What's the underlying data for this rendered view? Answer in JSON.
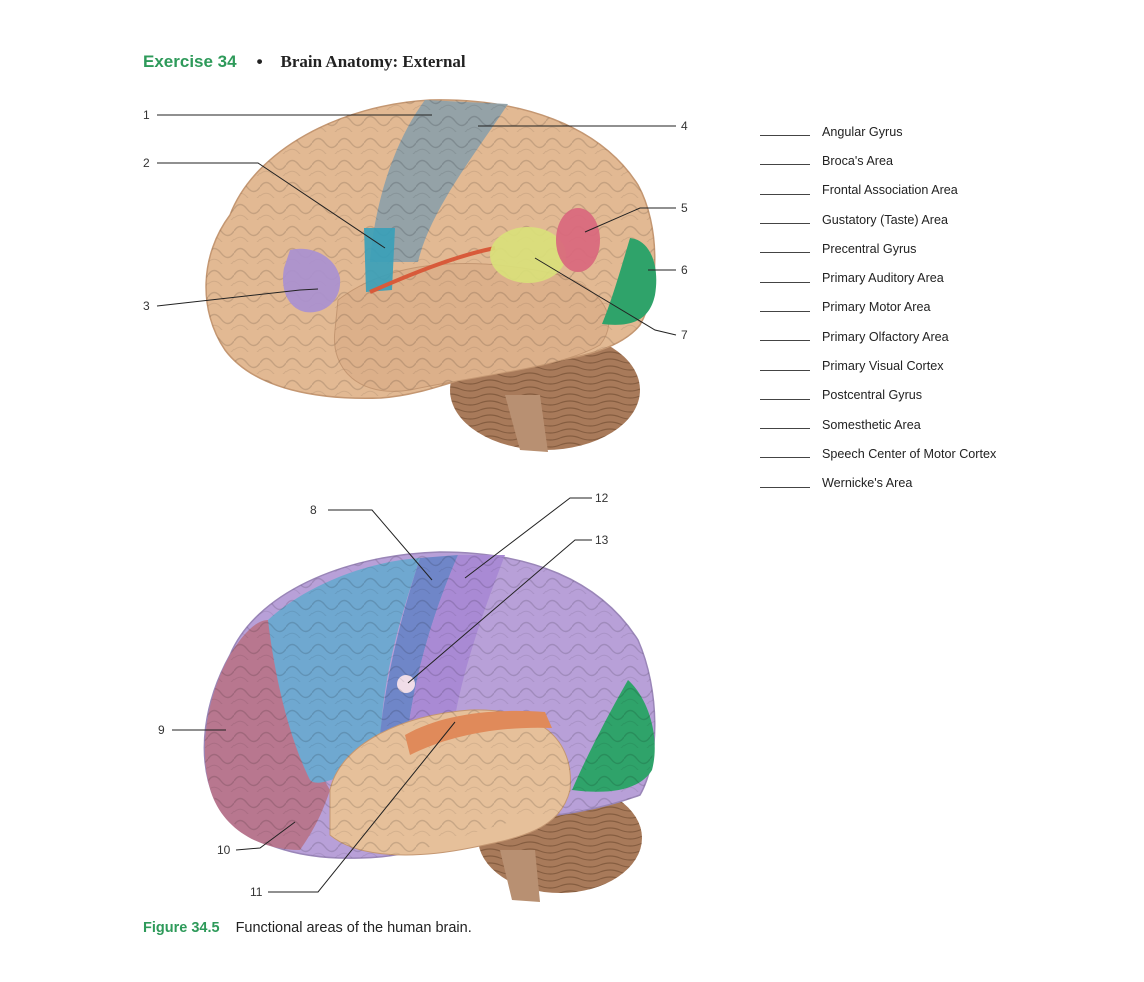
{
  "header": {
    "exercise": "Exercise 34",
    "bullet": "•",
    "title": "Brain Anatomy: External"
  },
  "labels": [
    "1",
    "2",
    "3",
    "4",
    "5",
    "6",
    "7",
    "8",
    "9",
    "10",
    "11",
    "12",
    "13"
  ],
  "terms": [
    "Angular Gyrus",
    "Broca's Area",
    "Frontal Association Area",
    "Gustatory (Taste) Area",
    "Precentral Gyrus",
    "Primary Auditory Area",
    "Primary Motor Area",
    "Primary Olfactory Area",
    "Primary Visual Cortex",
    "Postcentral Gyrus",
    "Somesthetic Area",
    "Speech Center of Motor Cortex",
    "Wernicke's Area"
  ],
  "caption": {
    "figure": "Figure 34.5",
    "text": "Functional areas of the human brain."
  },
  "colors": {
    "accent_green": "#2e9a5a",
    "brain_tan": "#e2b993",
    "motor_gray": "#8fa0a8",
    "somesthetic_blue": "#6f86c8",
    "brocas_purple": "#a990d0",
    "wernicke_pink": "#d9677d",
    "auditory_yellow": "#d9e07a",
    "visual_green": "#2fa36a",
    "frontal_blue": "#6fa8d0",
    "prefrontal_mauve": "#b8778f",
    "association_lavender": "#b8a0d8",
    "cerebellum_brown": "#a87a5a"
  }
}
